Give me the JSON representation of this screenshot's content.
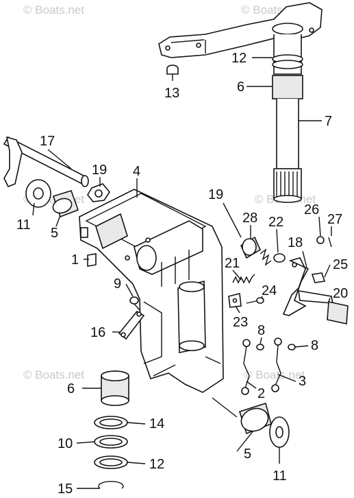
{
  "watermarks": [
    "© Boats.net",
    "© Boats.net",
    "© Boats.net",
    "© Boats.net",
    "© Boats.net",
    "© Boats.net"
  ],
  "callouts": [
    "12",
    "13",
    "6",
    "7",
    "17",
    "19",
    "4",
    "11",
    "5",
    "1",
    "9",
    "16",
    "19",
    "28",
    "22",
    "26",
    "27",
    "18",
    "21",
    "25",
    "24",
    "20",
    "23",
    "8",
    "8",
    "2",
    "3",
    "6",
    "14",
    "10",
    "12",
    "15",
    "5",
    "11"
  ]
}
